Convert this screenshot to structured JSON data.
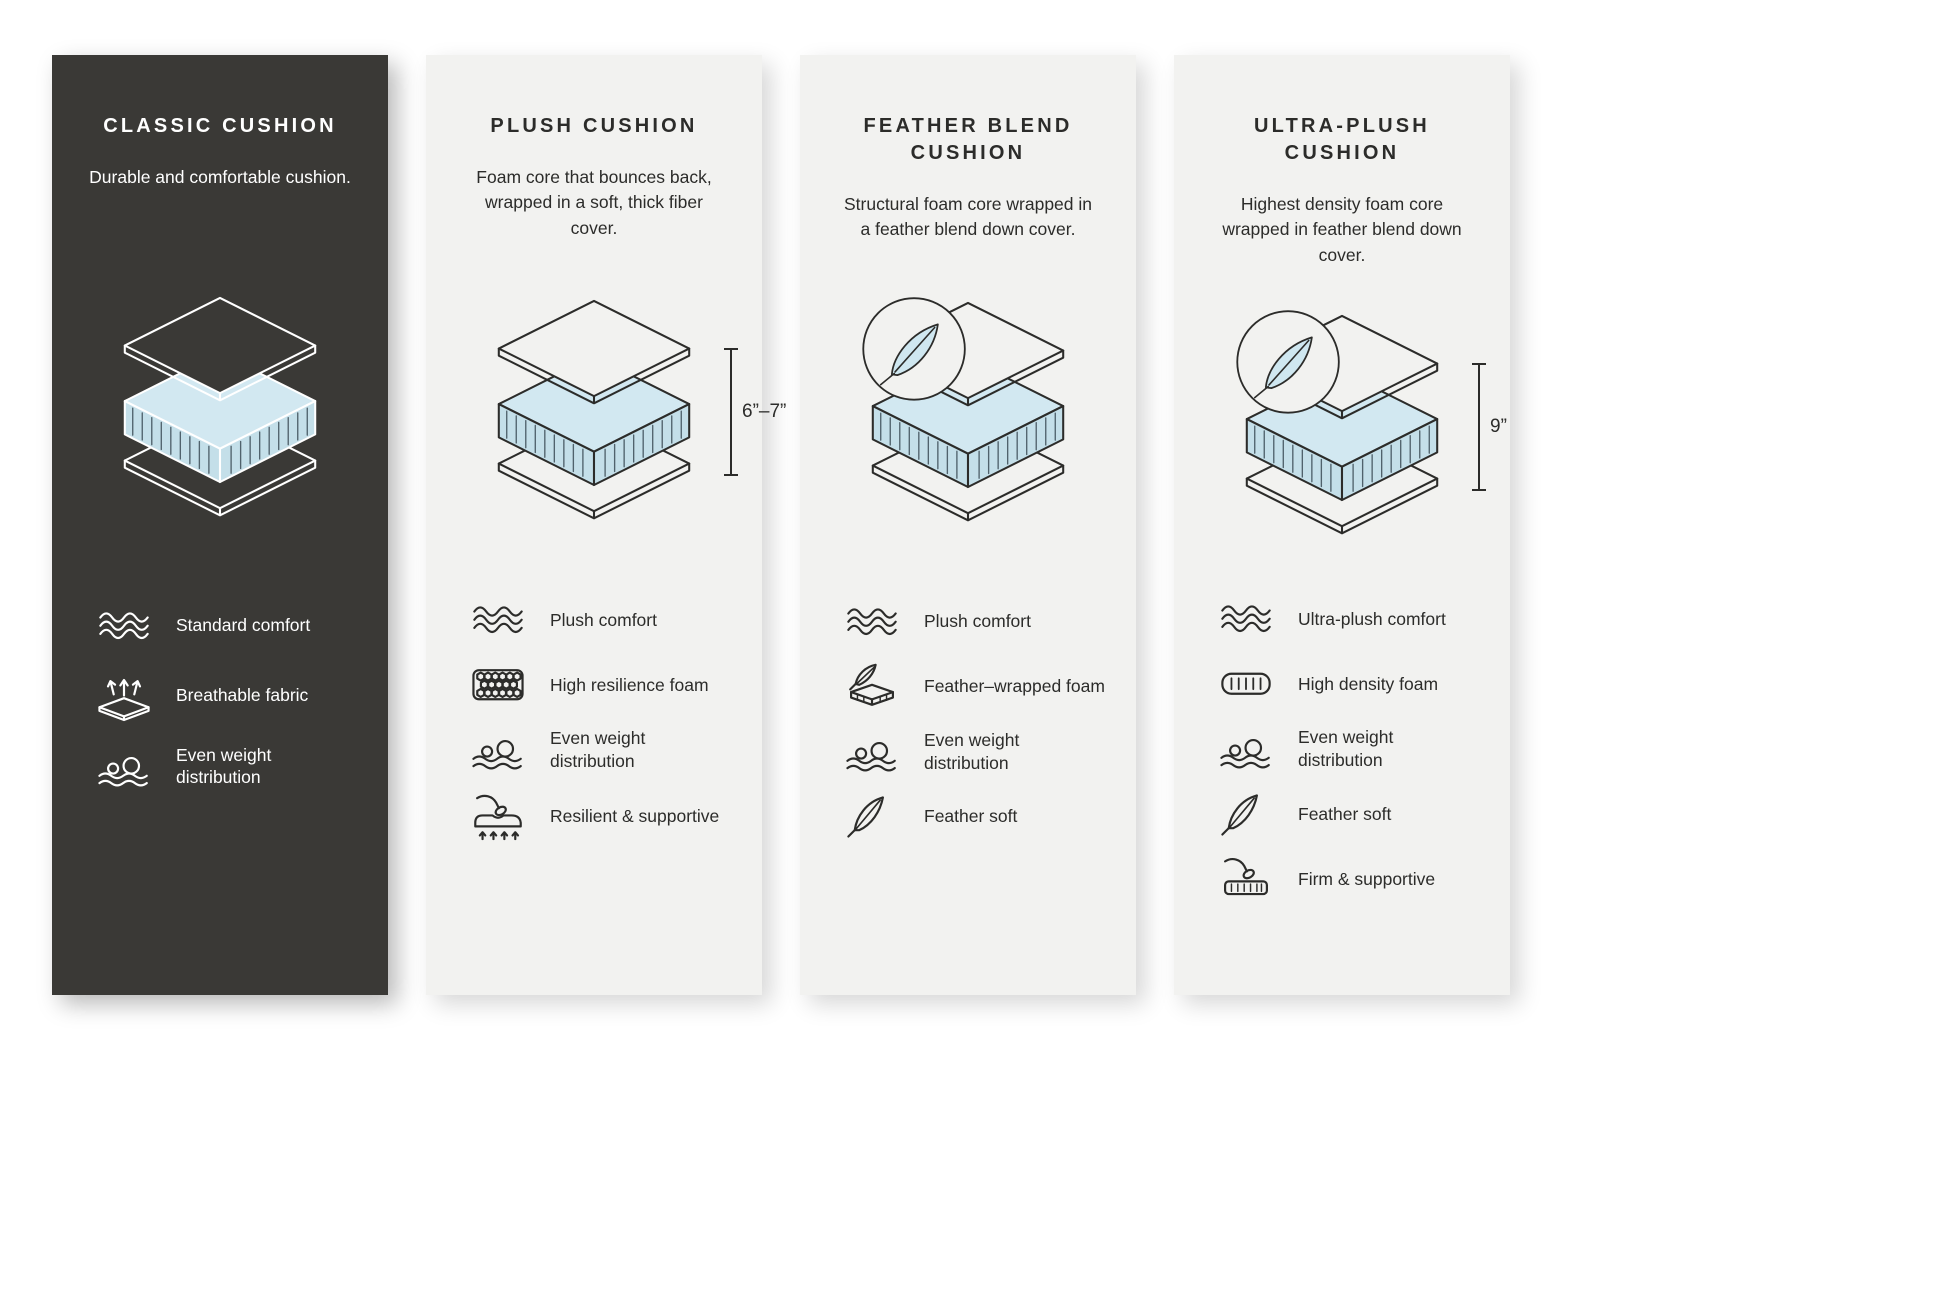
{
  "colors": {
    "page_background": "#ffffff",
    "dark_card_background": "#3a3936",
    "light_card_background": "#f2f2f0",
    "foam_blue": "#d2e8f1",
    "line_dark": "#2c2c2a",
    "line_light": "#ffffff"
  },
  "cards": [
    {
      "id": "classic",
      "theme": "dark",
      "title": "CLASSIC CUSHION",
      "description": "Durable and comfortable cushion.",
      "features": [
        {
          "icon": "waves-icon",
          "label": "Standard comfort"
        },
        {
          "icon": "breathable-icon",
          "label": "Breathable fabric"
        },
        {
          "icon": "even-weight-icon",
          "label": "Even weight distribution"
        }
      ]
    },
    {
      "id": "plush",
      "theme": "light",
      "title": "PLUSH CUSHION",
      "description": "Foam core that bounces back, wrapped in a soft, thick fiber cover.",
      "dimension": "6”–7”",
      "features": [
        {
          "icon": "waves-icon",
          "label": "Plush comfort"
        },
        {
          "icon": "foam-cells-icon",
          "label": "High resilience foam"
        },
        {
          "icon": "even-weight-icon",
          "label": "Even weight distribution"
        },
        {
          "icon": "hand-press-icon",
          "label": "Resilient & supportive"
        }
      ]
    },
    {
      "id": "feather-blend",
      "theme": "light",
      "title": "FEATHER BLEND CUSHION",
      "description": "Structural foam core wrapped in a feather blend down cover.",
      "features": [
        {
          "icon": "waves-icon",
          "label": "Plush comfort"
        },
        {
          "icon": "feather-foam-icon",
          "label": "Feather–wrapped foam"
        },
        {
          "icon": "even-weight-icon",
          "label": "Even weight distribution"
        },
        {
          "icon": "feather-icon",
          "label": "Feather soft"
        }
      ]
    },
    {
      "id": "ultra-plush",
      "theme": "light",
      "title": "ULTRA-PLUSH CUSHION",
      "description": "Highest density foam core wrapped in feather blend down cover.",
      "dimension": "9”",
      "features": [
        {
          "icon": "waves-icon",
          "label": "Ultra-plush comfort"
        },
        {
          "icon": "dense-foam-icon",
          "label": "High density foam"
        },
        {
          "icon": "even-weight-icon",
          "label": "Even weight distribution"
        },
        {
          "icon": "feather-icon",
          "label": "Feather soft"
        },
        {
          "icon": "hand-press-icon",
          "label": "Firm & supportive"
        }
      ]
    }
  ]
}
